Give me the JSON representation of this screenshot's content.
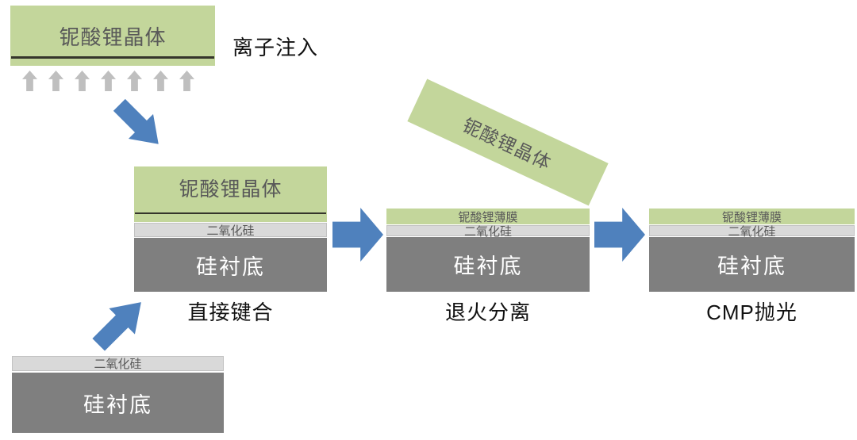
{
  "colors": {
    "crystal_green": "#c3d69b",
    "oxide_gray": "#d9d9d9",
    "substrate_gray": "#7f7f7f",
    "arrow_blue": "#4f81bd",
    "ion_arrow_gray": "#bfbfbf",
    "implant_damage_line": "#35352b"
  },
  "steps": {
    "implant": {
      "crystal": "铌酸锂晶体",
      "label": "离子注入"
    },
    "bond": {
      "crystal": "铌酸锂晶体",
      "oxide": "二氧化硅",
      "substrate": "硅衬底",
      "label": "直接键合"
    },
    "carrier": {
      "oxide": "二氧化硅",
      "substrate": "硅衬底"
    },
    "anneal": {
      "crystal": "铌酸锂晶体",
      "film": "铌酸锂薄膜",
      "oxide": "二氧化硅",
      "substrate": "硅衬底",
      "label": "退火分离"
    },
    "cmp": {
      "film": "铌酸锂薄膜",
      "oxide": "二氧化硅",
      "substrate": "硅衬底",
      "label": "CMP抛光"
    }
  }
}
